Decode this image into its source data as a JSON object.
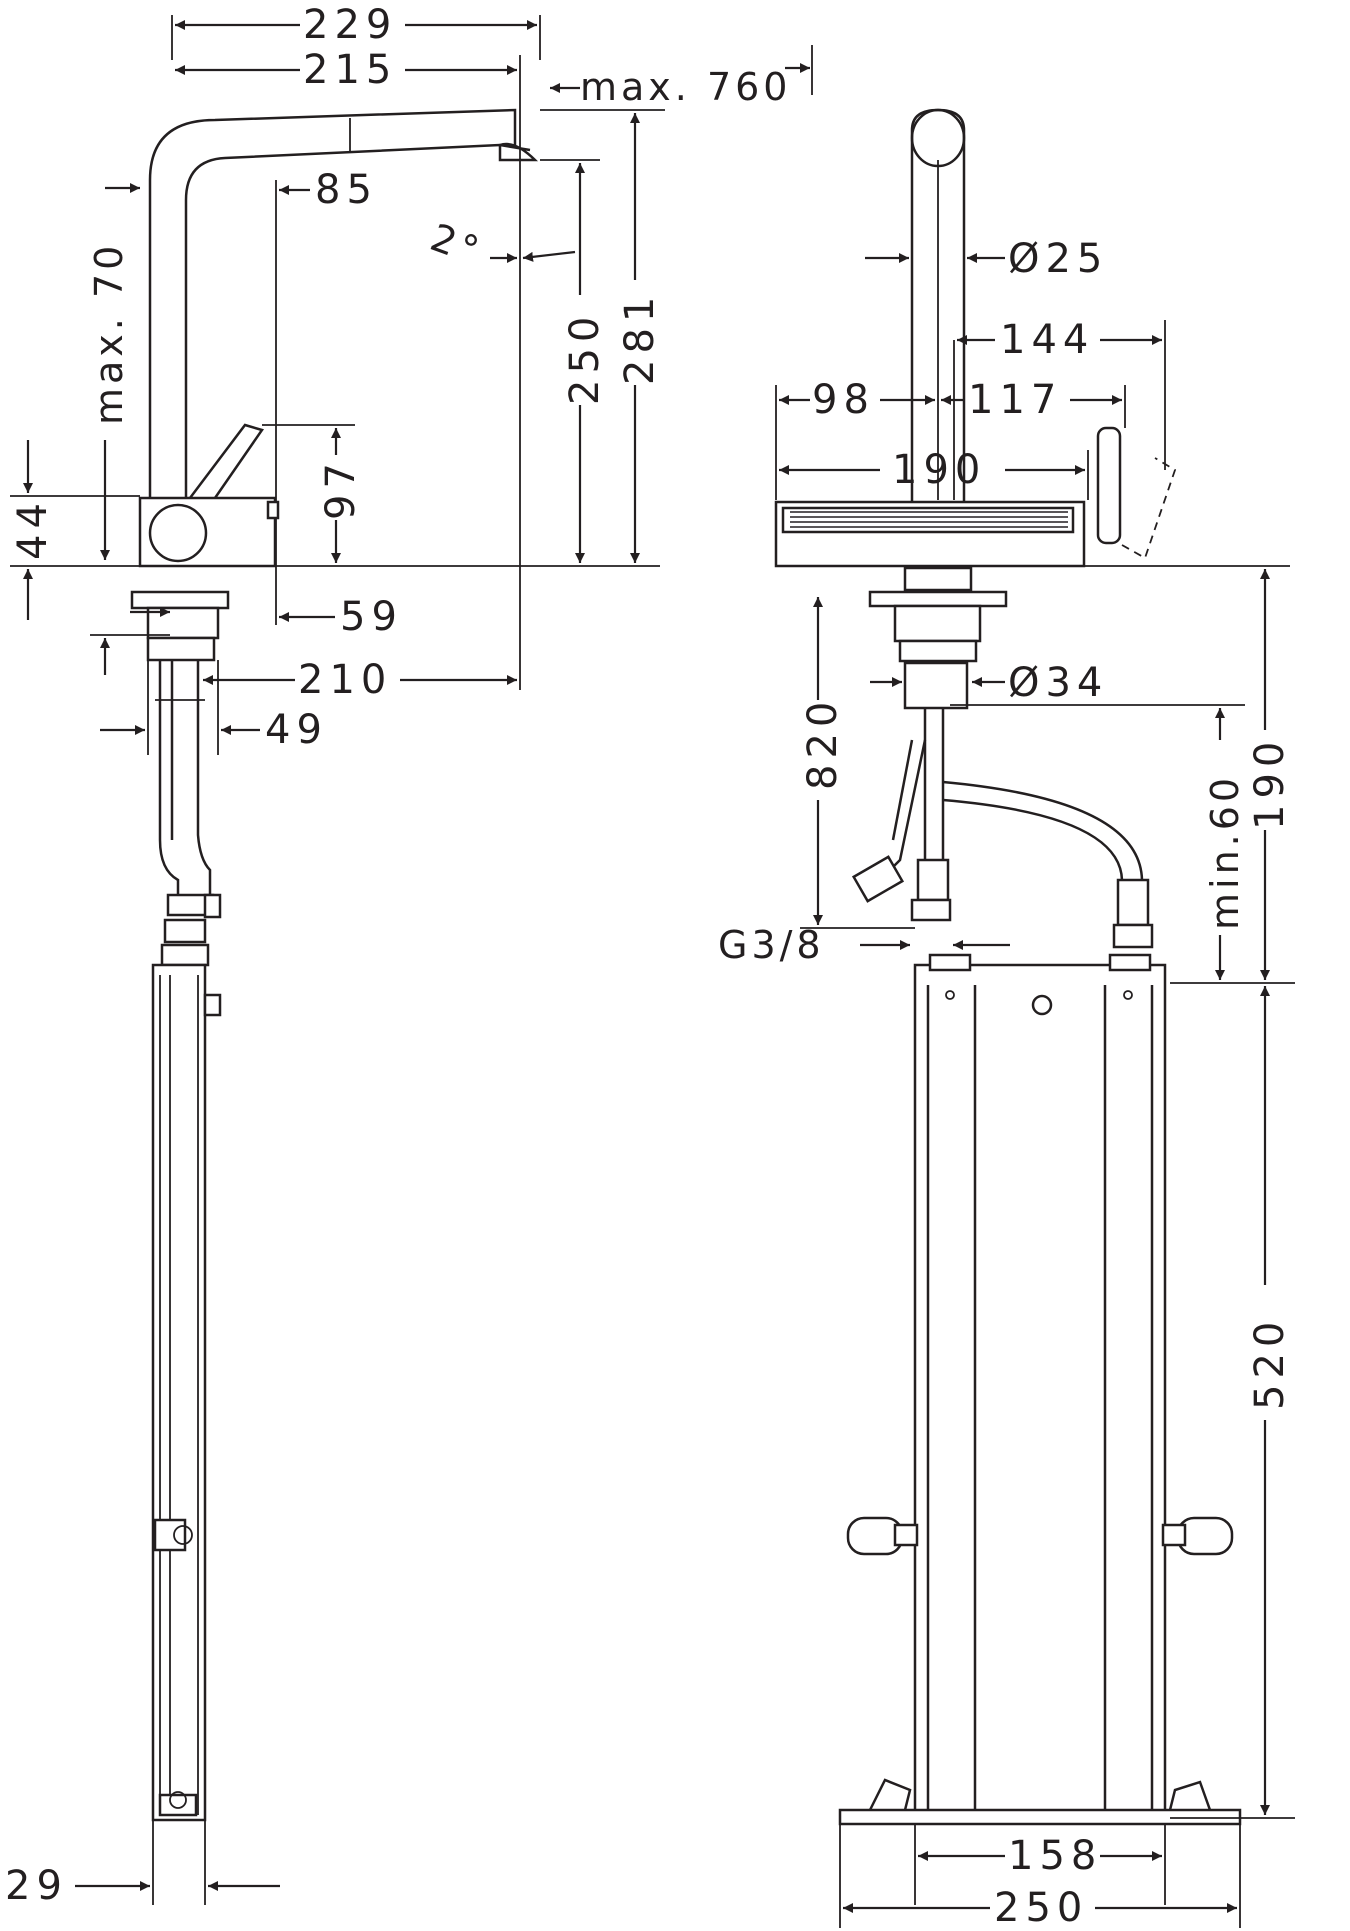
{
  "dimensions": {
    "d229": "229",
    "d215": "215",
    "max760": "max. 760",
    "d85": "85",
    "max70": "max. 70",
    "deg2": "2°",
    "d250": "250",
    "d281": "281",
    "d97": "97",
    "d44": "44",
    "d59": "59",
    "d210": "210",
    "d49": "49",
    "d29": "29",
    "dia25": "Ø25",
    "d144": "144",
    "d98": "98",
    "d117": "117",
    "d190w": "190",
    "d820": "820",
    "dia34": "Ø34",
    "min60": "min.60",
    "d190h": "190",
    "g38": "G3/8",
    "d520": "520",
    "d158": "158",
    "d250w": "250"
  },
  "colors": {
    "line": "#231f20",
    "background": "#ffffff"
  }
}
